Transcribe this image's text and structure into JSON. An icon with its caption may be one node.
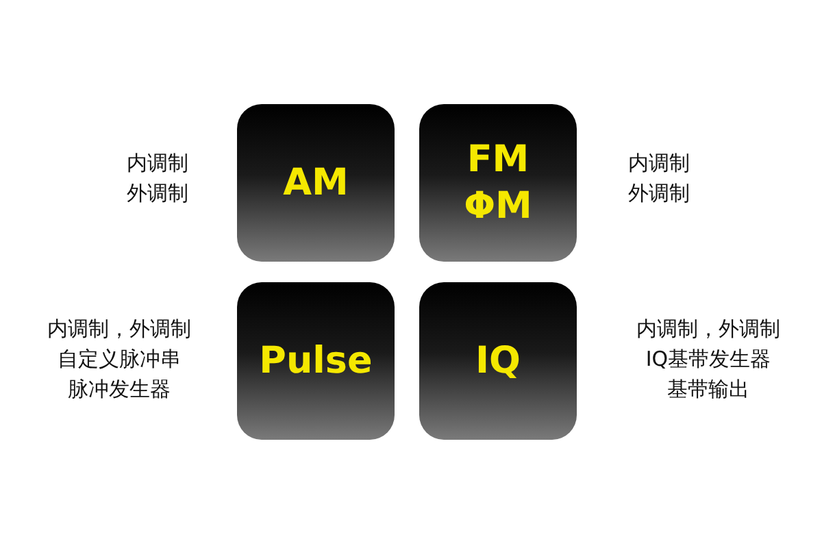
{
  "diagram": {
    "nodes": [
      {
        "text": [
          "AM"
        ],
        "beside": [
          "内调制",
          "外调制"
        ]
      },
      {
        "text": [
          "FM ΦM"
        ],
        "beside": [
          "内调制",
          "外调制"
        ]
      },
      {
        "text": [
          "Pulse"
        ],
        "beside": [
          "内调制，外调制",
          "自定义脉冲串",
          "脉冲发生器"
        ]
      },
      {
        "text": [
          "IQ"
        ],
        "beside": [
          "内调制，外调制",
          "IQ基带发生器",
          "基带输出"
        ]
      }
    ],
    "edges": []
  }
}
